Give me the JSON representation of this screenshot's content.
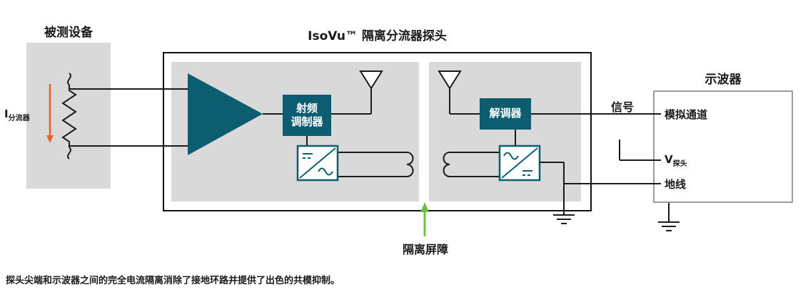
{
  "colors": {
    "teal": "#0d5d70",
    "panel_gray": "#d9d9d9",
    "orange_arrow": "#e8622d",
    "green_arrow": "#6cbf45",
    "wire": "#1a1a1a",
    "scope_border": "#9b9b9b"
  },
  "dut": {
    "title": "被测设备",
    "current_symbol": "I",
    "current_subscript": "分流器"
  },
  "probe": {
    "title": "IsoVu™ 隔离分流器探头",
    "modulator_line1": "射频",
    "modulator_line2": "调制器",
    "demodulator_label": "解调器"
  },
  "labels": {
    "signal": "信号",
    "barrier": "隔离屏障"
  },
  "scope": {
    "title": "示波器",
    "analog_channel": "模拟通道",
    "vprobe_symbol": "V",
    "vprobe_subscript": "探头",
    "ground_wire": "地线"
  },
  "caption": "探头尖端和示波器之间的完全电流隔离消除了接地环路并提供了出色的共模抑制。",
  "icons": [
    "shunt-resistor-symbol",
    "current-arrow-icon",
    "amplifier-triangle",
    "antenna-icon-left",
    "antenna-icon-right",
    "dc-ac-converter-icon",
    "ac-dc-converter-icon",
    "coil-icon-left",
    "coil-icon-right",
    "ground-icon-probe",
    "ground-icon-scope",
    "isolation-barrier-arrow"
  ]
}
